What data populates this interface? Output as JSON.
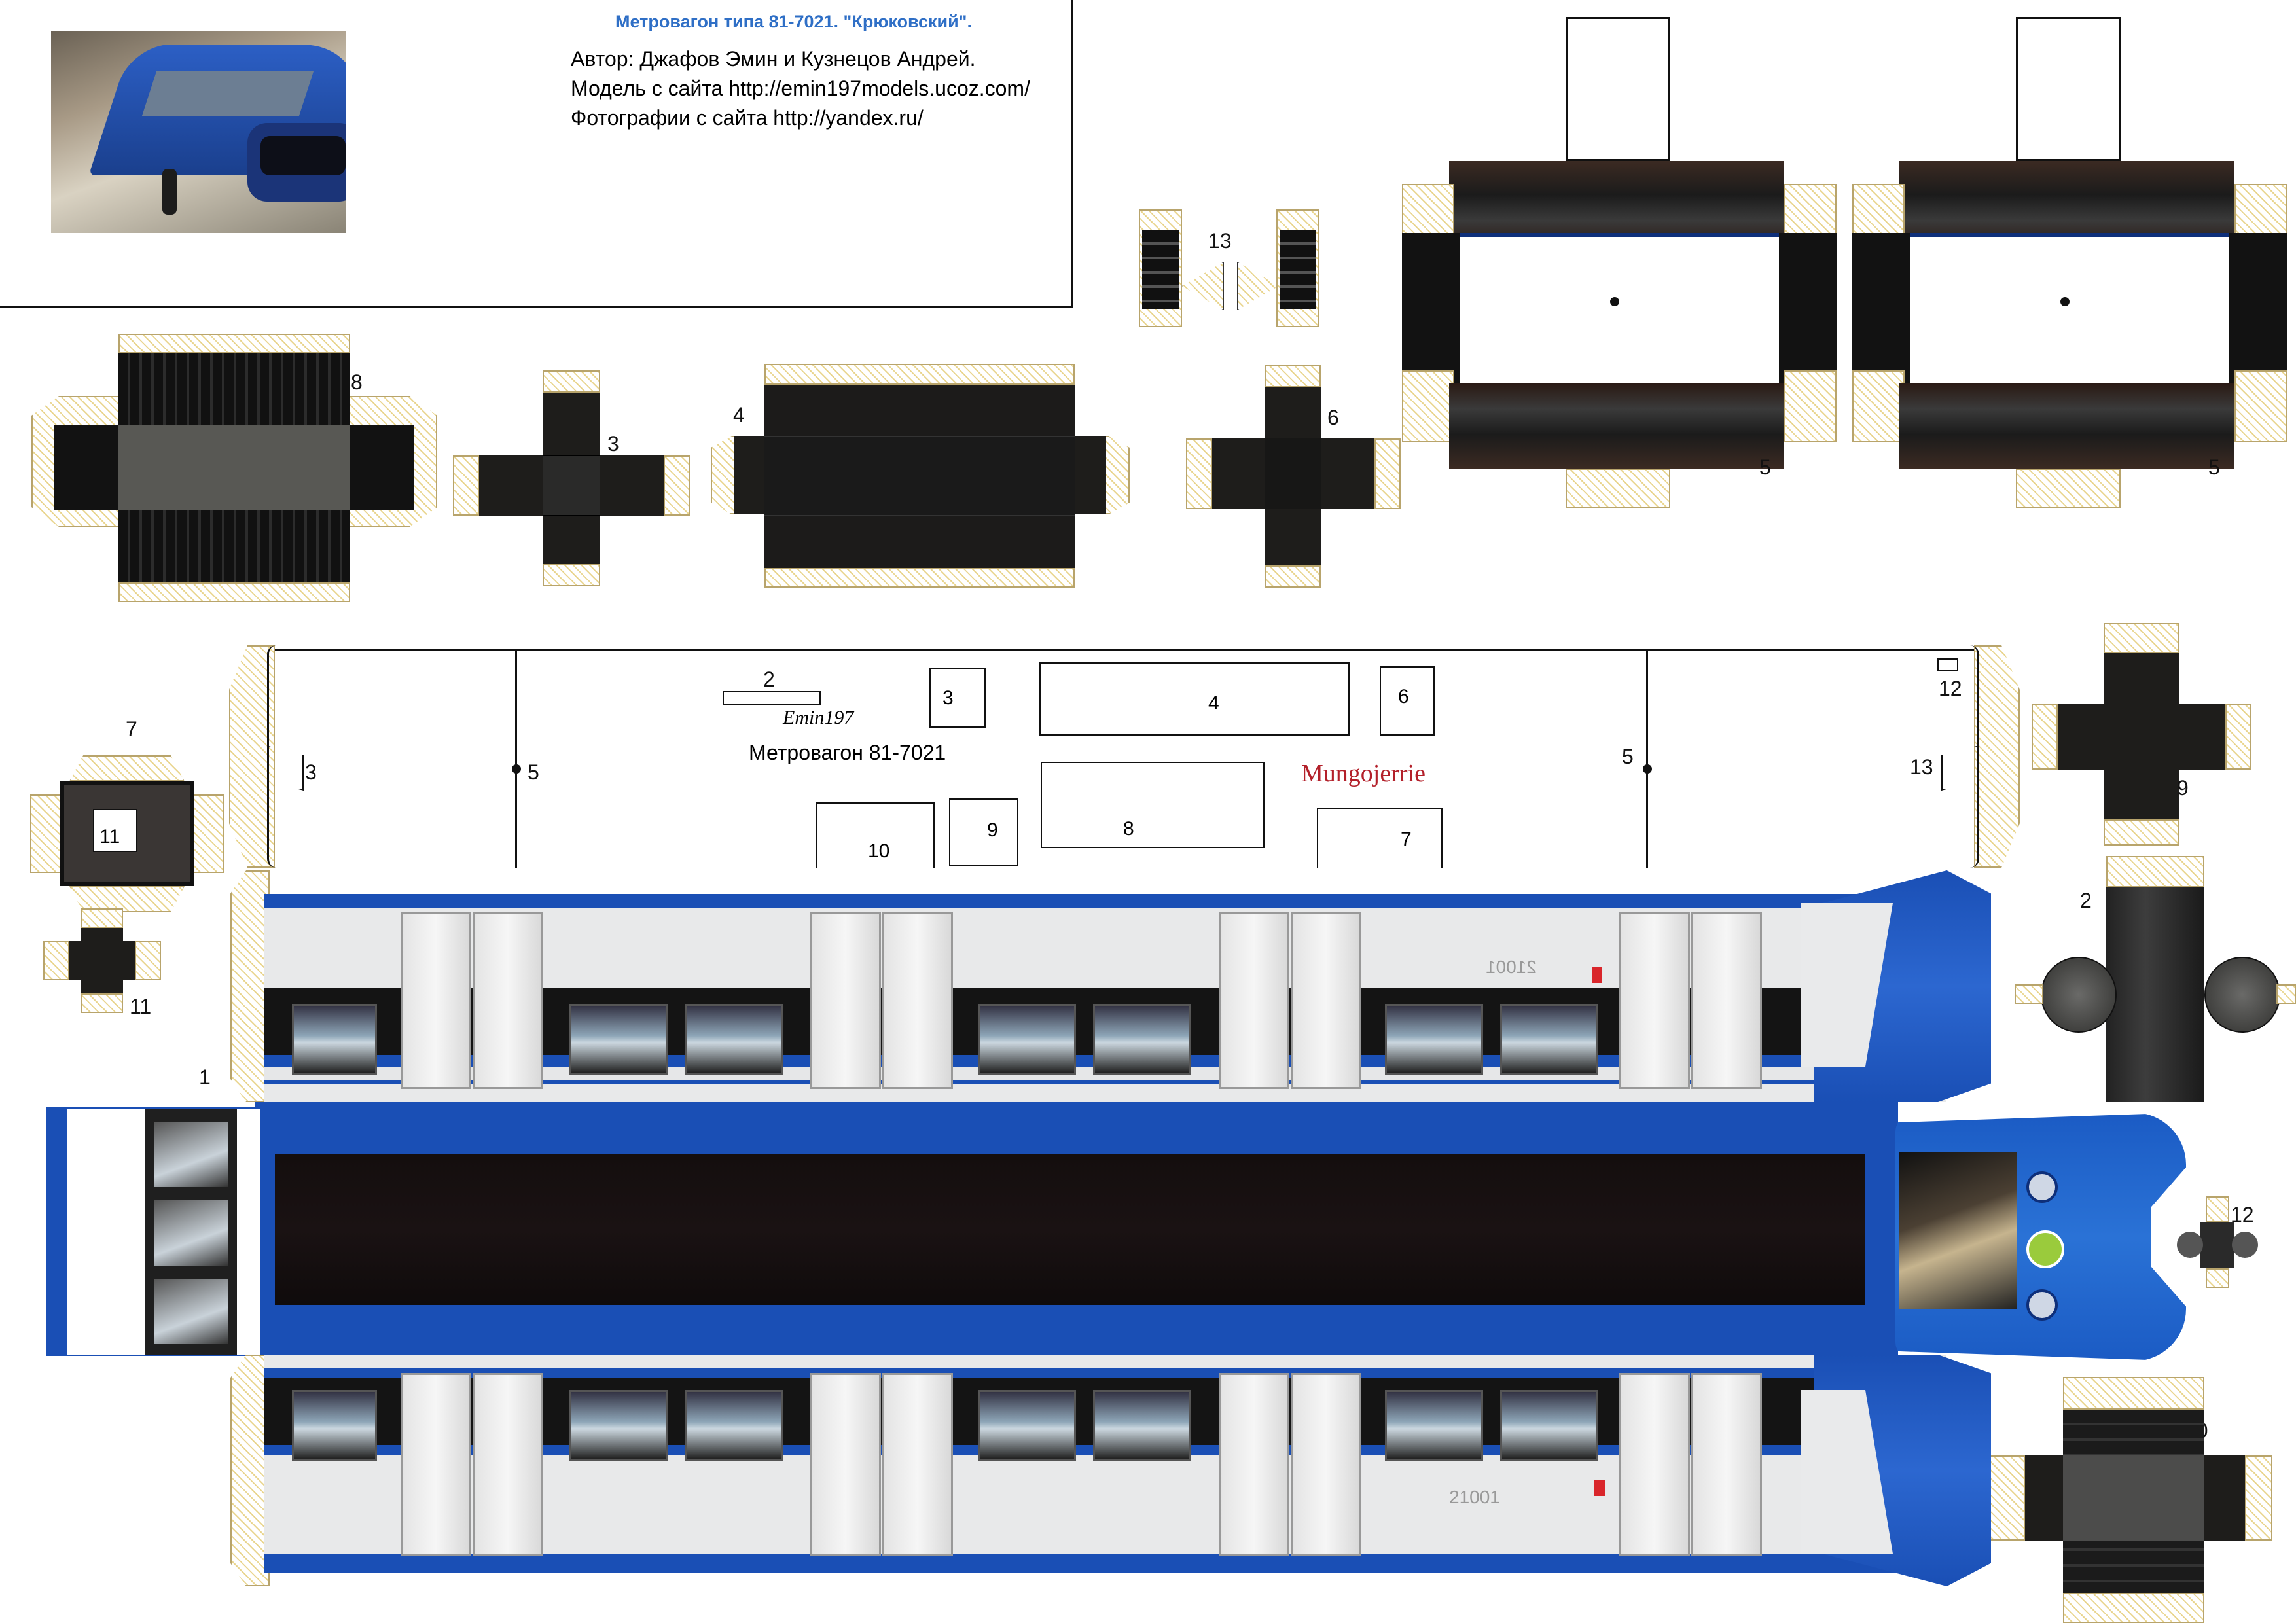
{
  "header": {
    "title": "Метровагон типа 81-7021. \"Крюковский\".",
    "author_line": "Автор: Джафов Эмин и Кузнецов Андрей.",
    "model_line": "Модель с сайта http://emin197models.ucoz.com/",
    "photo_line": "Фотографии с сайта http://yandex.ru/"
  },
  "part_numbers": {
    "p1": "1",
    "p2": "2",
    "p3": "3",
    "p4": "4",
    "p5": "5",
    "p6": "6",
    "p7": "7",
    "p8": "8",
    "p9": "9",
    "p10": "10",
    "p11": "11",
    "p12": "12",
    "p13": "13"
  },
  "base_sheet": {
    "signature": "Emin197",
    "model_name": "Метровагон 81-7021",
    "brand": "Mungojerrie"
  },
  "car_number": "21001",
  "colors": {
    "blue": "#1a4fb5",
    "dark_blue": "#0e2f7a",
    "silver": "#e6e7e8",
    "hatch": "#e9d58f",
    "roof": "#141010"
  }
}
